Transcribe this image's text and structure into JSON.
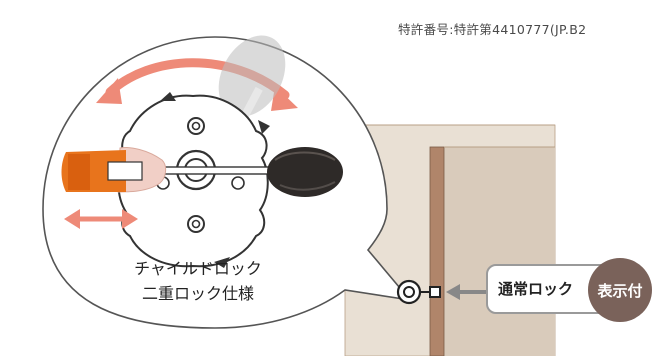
{
  "patent_text": "特許番号:特許第4410777(JP.B2",
  "bubble": {
    "line1": "チャイルドロック",
    "line2": "二重ロック仕様"
  },
  "callout": {
    "label": "通常ロック",
    "badge": "表示付"
  },
  "colors": {
    "door_frame": "#e9e0d4",
    "door_edge": "#b0856a",
    "arrow_salmon": "#ee8a78",
    "knob_dark": "#2e2a28",
    "thumb_orange": "#e8741c",
    "badge_brown": "#7a625a"
  }
}
